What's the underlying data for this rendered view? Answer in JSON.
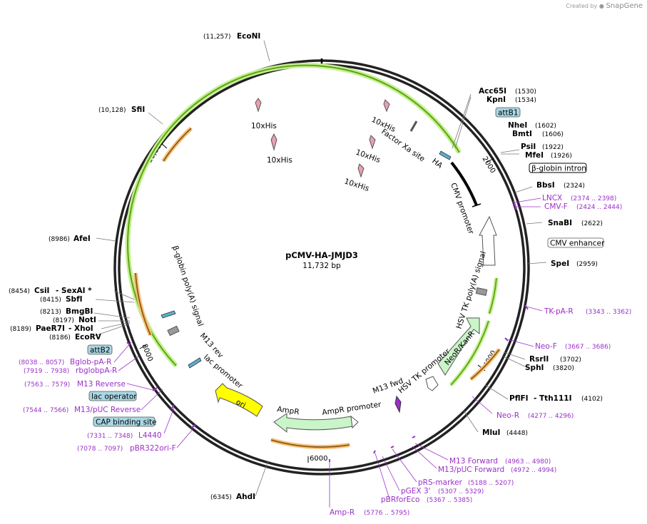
{
  "watermark": {
    "prefix": "Created by",
    "brand": "SnapGene"
  },
  "plasmid": {
    "name": "pCMV-HA-JMJD3",
    "length": "11,732 bp"
  },
  "ticks": [
    "2000",
    "4000",
    "6000",
    "8000",
    "10,000"
  ],
  "enzymes": {
    "econi": {
      "name": "EcoNI",
      "pos": "(11,257)"
    },
    "sfii": {
      "name": "SfiI",
      "pos": "(10,128)"
    },
    "afei": {
      "name": "AfeI",
      "pos": "(8986)"
    },
    "csii": {
      "name": "CsiI",
      "pos": "(8454)"
    },
    "sexai": {
      "name": "- SexAI *"
    },
    "sbfi": {
      "name": "SbfI",
      "pos": "(8415)"
    },
    "bmgbi": {
      "name": "BmgBI",
      "pos": "(8213)"
    },
    "noti": {
      "name": "NotI",
      "pos": "(8197)"
    },
    "paer7i": {
      "name": "PaeR7I",
      "pos": "(8189)"
    },
    "xhoi": {
      "name": "- XhoI"
    },
    "ecorv": {
      "name": "EcoRV",
      "pos": "(8186)"
    },
    "acc65i": {
      "name": "Acc65I",
      "pos": "(1530)"
    },
    "kpni": {
      "name": "KpnI",
      "pos": "(1534)"
    },
    "nhei": {
      "name": "NheI",
      "pos": "(1602)"
    },
    "bmti": {
      "name": "BmtI",
      "pos": "(1606)"
    },
    "psii": {
      "name": "PsiI",
      "pos": "(1922)"
    },
    "mfei": {
      "name": "MfeI",
      "pos": "(1926)"
    },
    "bbsi": {
      "name": "BbsI",
      "pos": "(2324)"
    },
    "snabi": {
      "name": "SnaBI",
      "pos": "(2622)"
    },
    "spei": {
      "name": "SpeI",
      "pos": "(2959)"
    },
    "rsrii": {
      "name": "RsrII",
      "pos": "(3702)"
    },
    "sphi": {
      "name": "SphI",
      "pos": "(3820)"
    },
    "pflfi": {
      "name": "PflFI",
      "pos": ""
    },
    "tth111i": {
      "name": "- Tth111I",
      "pos": "(4102)"
    },
    "mlui": {
      "name": "MluI",
      "pos": "(4448)"
    },
    "ahdi": {
      "name": "AhdI",
      "pos": "(6345)"
    }
  },
  "primers": {
    "lncx": {
      "name": "LNCX",
      "pos": "(2374 .. 2398)"
    },
    "cmvf": {
      "name": "CMV-F",
      "pos": "(2424 .. 2444)"
    },
    "tkpar": {
      "name": "TK-pA-R",
      "pos": "(3343 .. 3362)"
    },
    "neof": {
      "name": "Neo-F",
      "pos": "(3667 .. 3686)"
    },
    "neor": {
      "name": "Neo-R",
      "pos": "(4277 .. 4296)"
    },
    "m13fwd": {
      "name": "M13 Forward",
      "pos": "(4963 .. 4980)"
    },
    "m13pucfwd": {
      "name": "M13/pUC Forward",
      "pos": "(4972 .. 4994)"
    },
    "prs": {
      "name": "pRS-marker",
      "pos": "(5188 .. 5207)"
    },
    "pgex": {
      "name": "pGEX 3'",
      "pos": "(5307 .. 5329)"
    },
    "pbrfor": {
      "name": "pBRforEco",
      "pos": "(5367 .. 5385)"
    },
    "ampr": {
      "name": "Amp-R",
      "pos": "(5776 .. 5795)"
    },
    "pbr322": {
      "name": "pBR322ori-F",
      "pos": "(7078 .. 7097)"
    },
    "l4440": {
      "name": "L4440",
      "pos": "(7331 .. 7348)"
    },
    "m13pucrev": {
      "name": "M13/pUC Reverse",
      "pos": "(7544 .. 7566)"
    },
    "m13rev": {
      "name": "M13 Reverse",
      "pos": "(7563 .. 7579)"
    },
    "rbglob": {
      "name": "rbglobpA-R",
      "pos": "(7919 .. 7938)"
    },
    "bglob": {
      "name": "Bglob-pA-R",
      "pos": "(8038 .. 8057)"
    }
  },
  "boxed": {
    "attb1": "attB1",
    "bglobin_intron": "β-globin intron",
    "cmv_enhancer": "CMV enhancer",
    "attb2": "attB2",
    "lac_operator": "lac operator",
    "cap_site": "CAP binding site"
  },
  "features": {
    "his1": "10xHis",
    "his2": "10xHis",
    "his3": "10xHis",
    "his4": "10xHis",
    "his5": "10xHis",
    "factor_xa": "Factor Xa site",
    "ha": "HA",
    "cmv_promoter": "CMV promoter",
    "hsv_tk_polya": "HSV TK poly(A) signal",
    "neokanr": "NeoR/KanR",
    "hsv_tk_promoter": "HSV TK promoter",
    "m13_fwd": "M13 fwd",
    "ampr_promoter": "AmpR promoter",
    "ampr": "AmpR",
    "ori": "ori",
    "lac_promoter": "lac promoter",
    "m13_rev": "M13 rev",
    "bglobin_polya": "β-globin poly(A) signal"
  },
  "colors": {
    "enzyme": "#000000",
    "primer": "#9b2fc9",
    "green_arc": "#5aa60f",
    "green_glow": "#c6ef93",
    "orange_arc": "#8a5a10",
    "orange_glow": "#f7c07a",
    "ampr_fill": "#c9f5c9",
    "ori_fill": "#ffff00",
    "tag_fill": "#a9d7e3",
    "pink_fill": "#e8a0b0"
  }
}
